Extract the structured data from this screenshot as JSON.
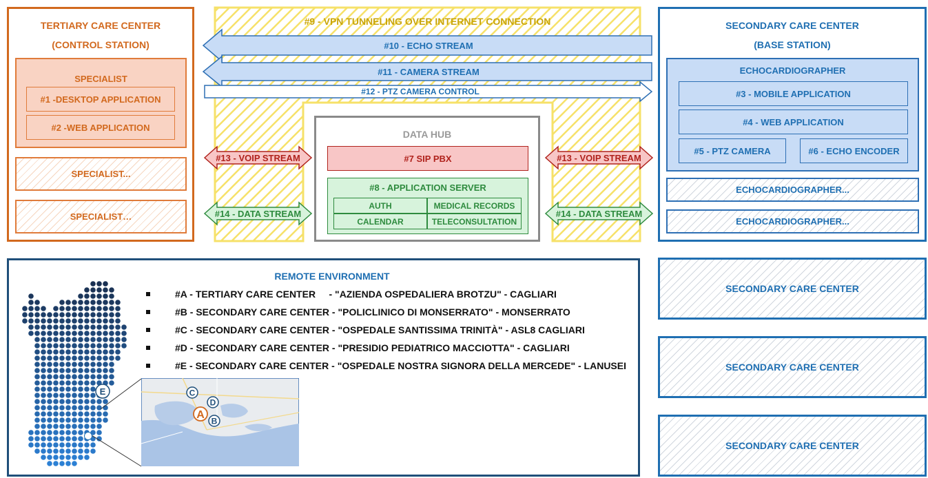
{
  "tertiary": {
    "title_line1": "TERTIARY CARE CENTER",
    "title_line2": "(CONTROL STATION)",
    "specialist": {
      "title": "SPECIALIST",
      "items": [
        "#1 -DESKTOP APPLICATION",
        "#2 -WEB APPLICATION"
      ]
    },
    "more": [
      "SPECIALIST...",
      "SPECIALIST…"
    ]
  },
  "vpn": {
    "title": "#9 - VPN TUNNELING OVER INTERNET CONNECTION"
  },
  "streams": {
    "echo": "#10 - ECHO STREAM",
    "camera": "#11 - CAMERA STREAM",
    "ptz": "#12 - PTZ CAMERA CONTROL",
    "voip_left": "#13 - VOIP STREAM",
    "voip_right": "#13 - VOIP STREAM",
    "data_left": "#14 - DATA STREAM",
    "data_right": "#14 - DATA STREAM"
  },
  "hub": {
    "title": "DATA HUB",
    "pbx": "#7 SIP PBX",
    "app_server": {
      "title": "#8 - APPLICATION SERVER",
      "modules": [
        "AUTH",
        "MEDICAL RECORDS",
        "CALENDAR",
        "TELECONSULTATION"
      ]
    }
  },
  "secondary": {
    "title_line1": "SECONDARY CARE CENTER",
    "title_line2": "(BASE STATION)",
    "echo": {
      "title": "ECHOCARDIOGRAPHER",
      "mobile": "#3 - MOBILE APPLICATION",
      "web": "#4 - WEB APPLICATION",
      "ptz": "#5 - PTZ CAMERA",
      "encoder": "#6 - ECHO ENCODER"
    },
    "more": [
      "ECHOCARDIOGRAPHER...",
      "ECHOCARDIOGRAPHER..."
    ]
  },
  "remote": {
    "title": "REMOTE ENVIRONMENT",
    "items": [
      "#A - TERTIARY CARE CENTER     - \"AZIENDA OSPEDALIERA BROTZU\" - CAGLIARI",
      "#B - SECONDARY CARE CENTER - \"POLICLINICO DI MONSERRATO\" - MONSERRATO",
      "#C - SECONDARY CARE CENTER - \"OSPEDALE SANTISSIMA TRINITÀ\" - ASL8 CAGLIARI",
      "#D - SECONDARY CARE CENTER - \"PRESIDIO PEDIATRICO MACCIOTTA\" - CAGLIARI",
      "#E - SECONDARY CARE CENTER - \"OSPEDALE NOSTRA SIGNORA DELLA MERCEDE\" - LANUSEI"
    ],
    "map_markers": {
      "a": "A",
      "b": "B",
      "c": "C",
      "d": "D",
      "e": "E"
    }
  },
  "secondary_more": [
    "SECONDARY CARE CENTER",
    "SECONDARY CARE CENTER",
    "SECONDARY CARE CENTER"
  ],
  "colors": {
    "orange": "#d2691e",
    "blue": "#1f6fb2",
    "yellow": "#f6e169",
    "red": "#b0221c",
    "green": "#2e8b3e",
    "gray": "#8a8a8a"
  }
}
